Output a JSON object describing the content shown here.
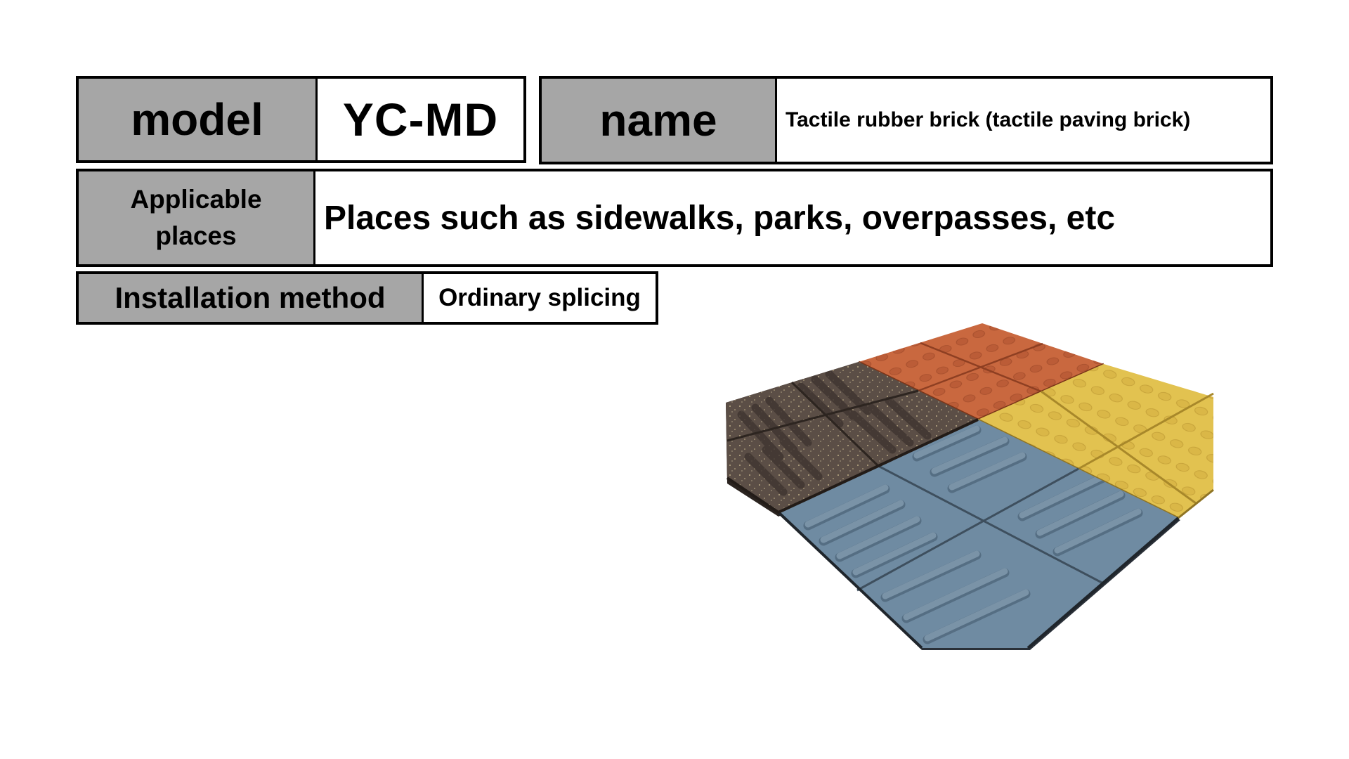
{
  "spec_sheet": {
    "model": {
      "label": "model",
      "value": "YC-MD"
    },
    "name": {
      "label": "name",
      "value": "Tactile rubber brick (tactile paving brick)"
    },
    "applicable_places": {
      "label_line1": "Applicable",
      "label_line2": "places",
      "value": "Places such as sidewalks, parks, overpasses, etc"
    },
    "installation_method": {
      "label": "Installation method",
      "value": "Ordinary splicing"
    }
  },
  "product_photo": {
    "subject": "tactile rubber paving tiles in four colors",
    "tiles": [
      {
        "position": "top",
        "color_name": "red",
        "pattern": "dots",
        "color": "#c9683f"
      },
      {
        "position": "right",
        "color_name": "yellow",
        "pattern": "dots",
        "color": "#e2c250"
      },
      {
        "position": "bottom",
        "color_name": "blue",
        "pattern": "bars",
        "color": "#6f8ba2"
      },
      {
        "position": "left",
        "color_name": "dark brown",
        "pattern": "bars",
        "color": "#5b4e46"
      }
    ]
  },
  "colors": {
    "label_background": "#a6a6a6",
    "value_background": "#ffffff",
    "border": "#000000"
  }
}
